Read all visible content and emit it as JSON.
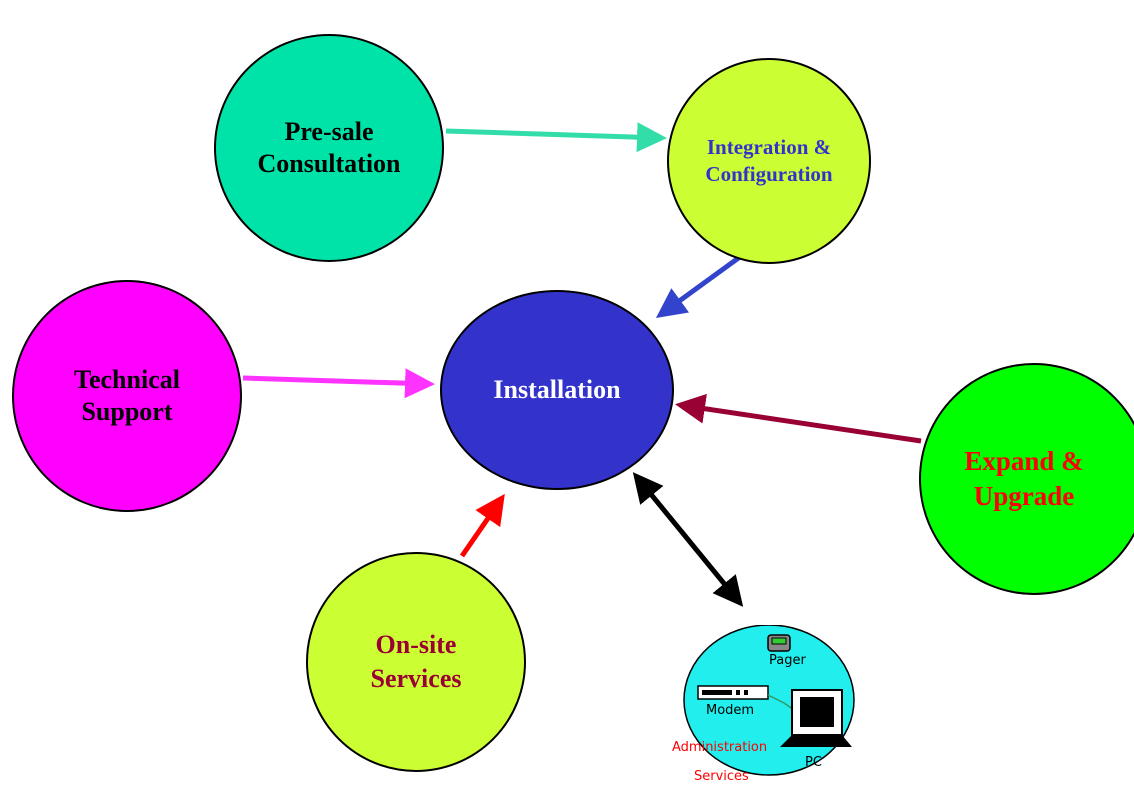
{
  "nodes": {
    "presale": "Pre-sale\nConsultation",
    "integration": "Integration &\nConfiguration",
    "technical": "Technical\nSupport",
    "installation": "Installation",
    "expand": "Expand &\nUpgrade",
    "onsite": "On-site\nServices"
  },
  "admin_services": {
    "pager_label": "Pager",
    "modem_label": "Modem",
    "pc_label": "PC",
    "title_line1": "Administration",
    "title_line2": "Services"
  },
  "colors": {
    "presale_fill": "#00e3a8",
    "integration_fill": "#ccff33",
    "technical_fill": "#ff00ff",
    "installation_fill": "#3333cc",
    "expand_fill": "#00ff00",
    "onsite_fill": "#ccff33",
    "admin_fill": "#22eeee",
    "arrow_presale_integration": "#33ddaa",
    "arrow_integration_installation": "#3344cc",
    "arrow_technical_installation": "#ff33ff",
    "arrow_expand_installation": "#990033",
    "arrow_onsite_installation": "#ff0000",
    "arrow_admin_installation": "#000000"
  }
}
